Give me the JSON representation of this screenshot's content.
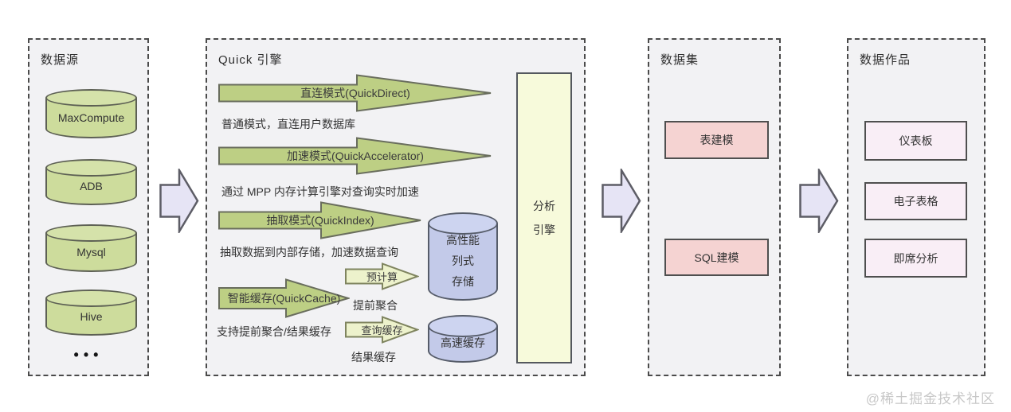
{
  "panels": {
    "datasource": {
      "title": "数据源",
      "cylinders": [
        "MaxCompute",
        "ADB",
        "Mysql",
        "Hive"
      ],
      "more": "•••"
    },
    "engine": {
      "title": "Quick 引擎",
      "modes": [
        {
          "label": "直连模式(QuickDirect)",
          "caption": "普通模式，直连用户数据库"
        },
        {
          "label": "加速模式(QuickAccelerator)",
          "caption": "通过 MPP 内存计算引擎对查询实时加速"
        },
        {
          "label": "抽取模式(QuickIndex)",
          "caption": "抽取数据到内部存储，加速数据查询"
        },
        {
          "label": "智能缓存(QuickCache)",
          "caption": "支持提前聚合/结果缓存"
        }
      ],
      "cache_flows": [
        {
          "label": "预计算",
          "note": "提前聚合"
        },
        {
          "label": "查询缓存",
          "note": "结果缓存"
        }
      ],
      "storages": {
        "columnar": {
          "line1": "高性能",
          "line2": "列式",
          "line3": "存储"
        },
        "cache": {
          "line1": "高速缓存"
        }
      },
      "analysis_engine": {
        "line1": "分析",
        "line2": "引擎"
      }
    },
    "dataset": {
      "title": "数据集",
      "boxes": [
        "表建模",
        "SQL建模"
      ]
    },
    "works": {
      "title": "数据作品",
      "boxes": [
        "仪表板",
        "电子表格",
        "即席分析"
      ]
    }
  },
  "watermark": "@稀土掘金技术社区",
  "colors": {
    "panel_bg": "#f2f2f4",
    "green_cylinder": "#cddc9c",
    "green_arrow": "#bdcf84",
    "pale_arrow": "#edf2cc",
    "blue_cylinder": "#c3cae9",
    "analysis_box": "#f7fadb",
    "pink_box": "#f5d3d2",
    "pale_pink_box": "#f9eef6",
    "lavender_arrow": "#e6e4f5"
  }
}
